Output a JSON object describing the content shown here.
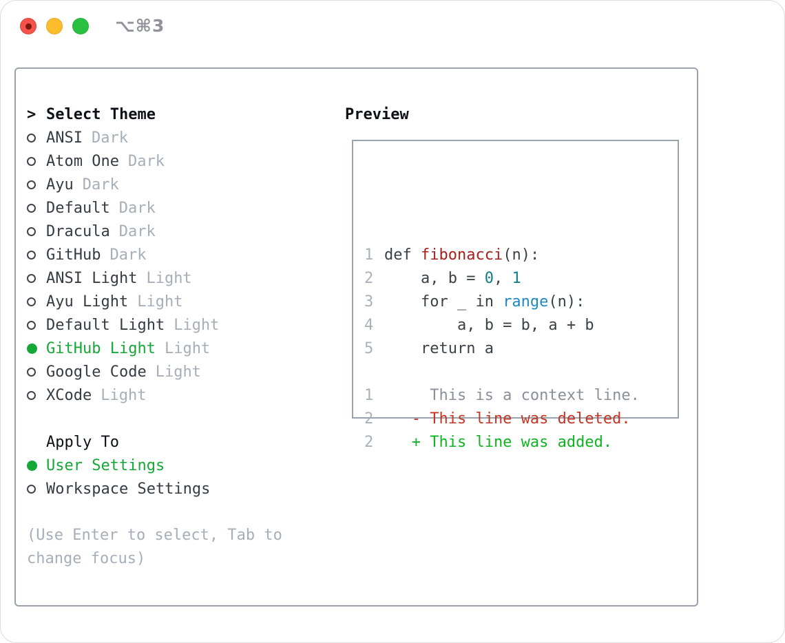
{
  "window": {
    "shortcut": "⌥⌘3"
  },
  "theme_panel": {
    "header": {
      "marker": ">",
      "label": "Select Theme"
    },
    "items": [
      {
        "name": "ANSI",
        "tag": "Dark",
        "selected": false
      },
      {
        "name": "Atom One",
        "tag": "Dark",
        "selected": false
      },
      {
        "name": "Ayu",
        "tag": "Dark",
        "selected": false
      },
      {
        "name": "Default",
        "tag": "Dark",
        "selected": false
      },
      {
        "name": "Dracula",
        "tag": "Dark",
        "selected": false
      },
      {
        "name": "GitHub",
        "tag": "Dark",
        "selected": false
      },
      {
        "name": "ANSI Light",
        "tag": "Light",
        "selected": false
      },
      {
        "name": "Ayu Light",
        "tag": "Light",
        "selected": false
      },
      {
        "name": "Default Light",
        "tag": "Light",
        "selected": false
      },
      {
        "name": "GitHub Light",
        "tag": "Light",
        "selected": true
      },
      {
        "name": "Google Code",
        "tag": "Light",
        "selected": false
      },
      {
        "name": "XCode",
        "tag": "Light",
        "selected": false
      }
    ],
    "apply_to": {
      "label": "Apply To",
      "options": [
        {
          "name": "User Settings",
          "selected": true
        },
        {
          "name": "Workspace Settings",
          "selected": false
        }
      ]
    },
    "hint": "(Use Enter to select, Tab to\nchange focus)"
  },
  "preview": {
    "label": "Preview",
    "code_lines": [
      {
        "num": "1",
        "tokens": [
          {
            "t": "def ",
            "s": "code"
          },
          {
            "t": "fibonacci",
            "s": "func"
          },
          {
            "t": "(n):",
            "s": "code"
          }
        ]
      },
      {
        "num": "2",
        "tokens": [
          {
            "t": "    a, b = ",
            "s": "code"
          },
          {
            "t": "0",
            "s": "num"
          },
          {
            "t": ", ",
            "s": "code"
          },
          {
            "t": "1",
            "s": "num"
          }
        ]
      },
      {
        "num": "3",
        "tokens": [
          {
            "t": "    for _ in ",
            "s": "code"
          },
          {
            "t": "range",
            "s": "builtin"
          },
          {
            "t": "(n):",
            "s": "code"
          }
        ]
      },
      {
        "num": "4",
        "tokens": [
          {
            "t": "        a, b = b, a + b",
            "s": "code"
          }
        ]
      },
      {
        "num": "5",
        "tokens": [
          {
            "t": "    return a",
            "s": "code"
          }
        ]
      },
      {
        "num": "",
        "tokens": []
      },
      {
        "num": "1",
        "tokens": [
          {
            "t": "     This is a context line.",
            "s": "context"
          }
        ]
      },
      {
        "num": "2",
        "tokens": [
          {
            "t": "   - This line was deleted.",
            "s": "deleted"
          }
        ]
      },
      {
        "num": "2",
        "tokens": [
          {
            "t": "   + This line was added.",
            "s": "added"
          }
        ]
      }
    ]
  },
  "colors": {
    "heading_black": "#0d1117",
    "list_text": "#343b43",
    "tag_gray": "#a6aeb8",
    "selected_green": "#16a837",
    "panel_border": "#99a2ad",
    "shortcut_gray": "#8f9399",
    "traffic_red": "#f4524a",
    "traffic_red_dot": "#7a180d",
    "traffic_yellow": "#fbbd2d",
    "traffic_green": "#2bc140",
    "line_number_gray": "#a9b1bb",
    "code_default": "#3a4147",
    "code_function_red": "#a6211c",
    "code_number_teal": "#0e7f87",
    "code_builtin_blue": "#1f87c2",
    "diff_context_gray": "#8a9099",
    "diff_deleted_red": "#c63524",
    "diff_added_green": "#0fb421"
  }
}
